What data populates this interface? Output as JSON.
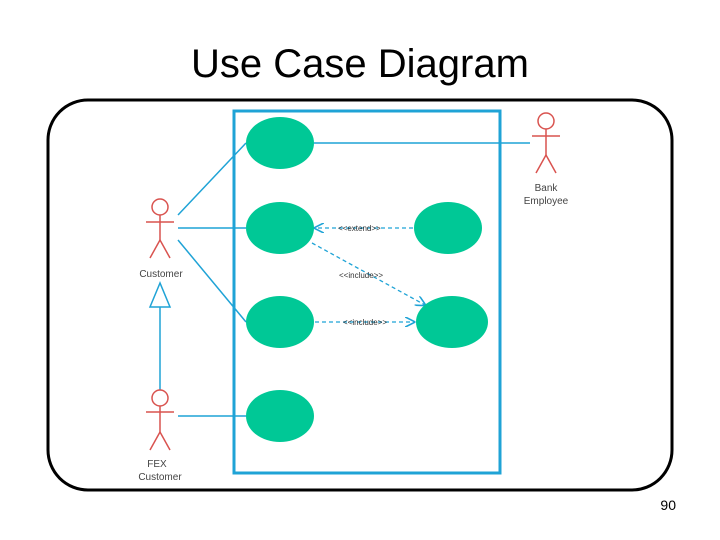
{
  "slide": {
    "title": "Use Case Diagram",
    "page_number": "90"
  },
  "diagram": {
    "actors": [
      {
        "id": "customer",
        "label_lines": [
          "Customer"
        ]
      },
      {
        "id": "fex-customer",
        "label_lines": [
          "FEX",
          "Customer"
        ]
      },
      {
        "id": "bank-employee",
        "label_lines": [
          "Bank",
          "Employee"
        ]
      }
    ],
    "stereotypes": {
      "extend": "<<extend>>",
      "include_1": "<<include>>",
      "include_2": "<<include>>"
    },
    "colors": {
      "use_case_fill": "#00c896",
      "system_boundary": "#1fa3d6",
      "association": "#1fa3d6",
      "dependency": "#1fa3d6",
      "actor": "#d9534f",
      "frame": "#000000"
    }
  }
}
